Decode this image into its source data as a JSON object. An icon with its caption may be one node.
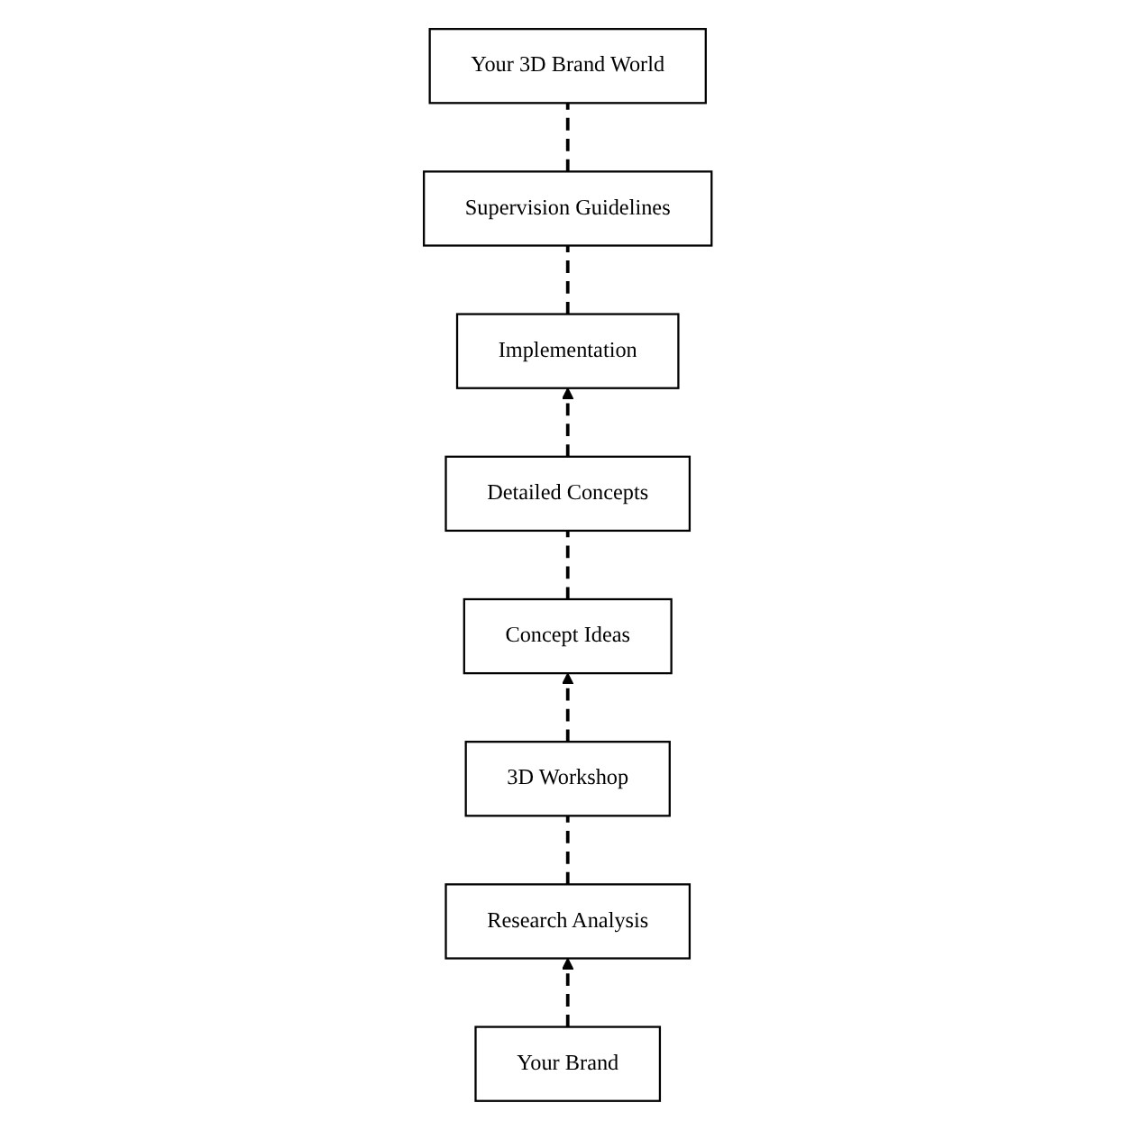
{
  "diagram": {
    "nodes": [
      {
        "text": [
          "Your 3D Brand World"
        ]
      },
      {
        "text": [
          "Supervision Guidelines"
        ]
      },
      {
        "text": [
          "Implementation"
        ]
      },
      {
        "text": [
          "Detailed Concepts"
        ]
      },
      {
        "text": [
          "Concept Ideas"
        ]
      },
      {
        "text": [
          "3D Workshop"
        ]
      },
      {
        "text": [
          "Research Analysis"
        ]
      },
      {
        "text": [
          "Your Brand"
        ]
      }
    ],
    "edges": [
      {
        "from": 7,
        "to": 6,
        "arrow": "to",
        "style": "dashed"
      },
      {
        "from": 6,
        "to": 5,
        "arrow": "none",
        "style": "dashed"
      },
      {
        "from": 5,
        "to": 4,
        "arrow": "to",
        "style": "dashed"
      },
      {
        "from": 4,
        "to": 3,
        "arrow": "none",
        "style": "dashed"
      },
      {
        "from": 3,
        "to": 2,
        "arrow": "to",
        "style": "dashed"
      },
      {
        "from": 2,
        "to": 1,
        "arrow": "none",
        "style": "dashed"
      },
      {
        "from": 1,
        "to": 0,
        "arrow": "none",
        "style": "dashed"
      }
    ]
  }
}
